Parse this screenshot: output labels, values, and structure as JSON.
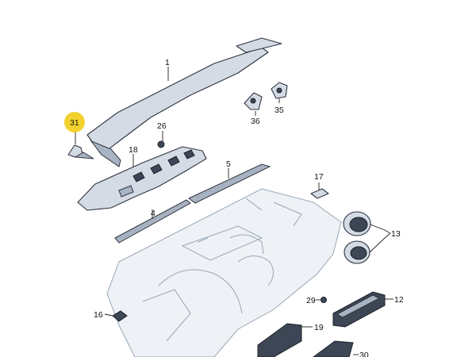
{
  "callouts": {
    "c1": "1",
    "c4": "4",
    "c5": "5",
    "c12": "12",
    "c13": "13",
    "c16": "16",
    "c17": "17",
    "c18": "18",
    "c19": "19",
    "c26": "26",
    "c29": "29",
    "c30": "30",
    "c31": "31",
    "c35": "35",
    "c36": "36"
  },
  "colors": {
    "highlight": "#f2d22e"
  }
}
